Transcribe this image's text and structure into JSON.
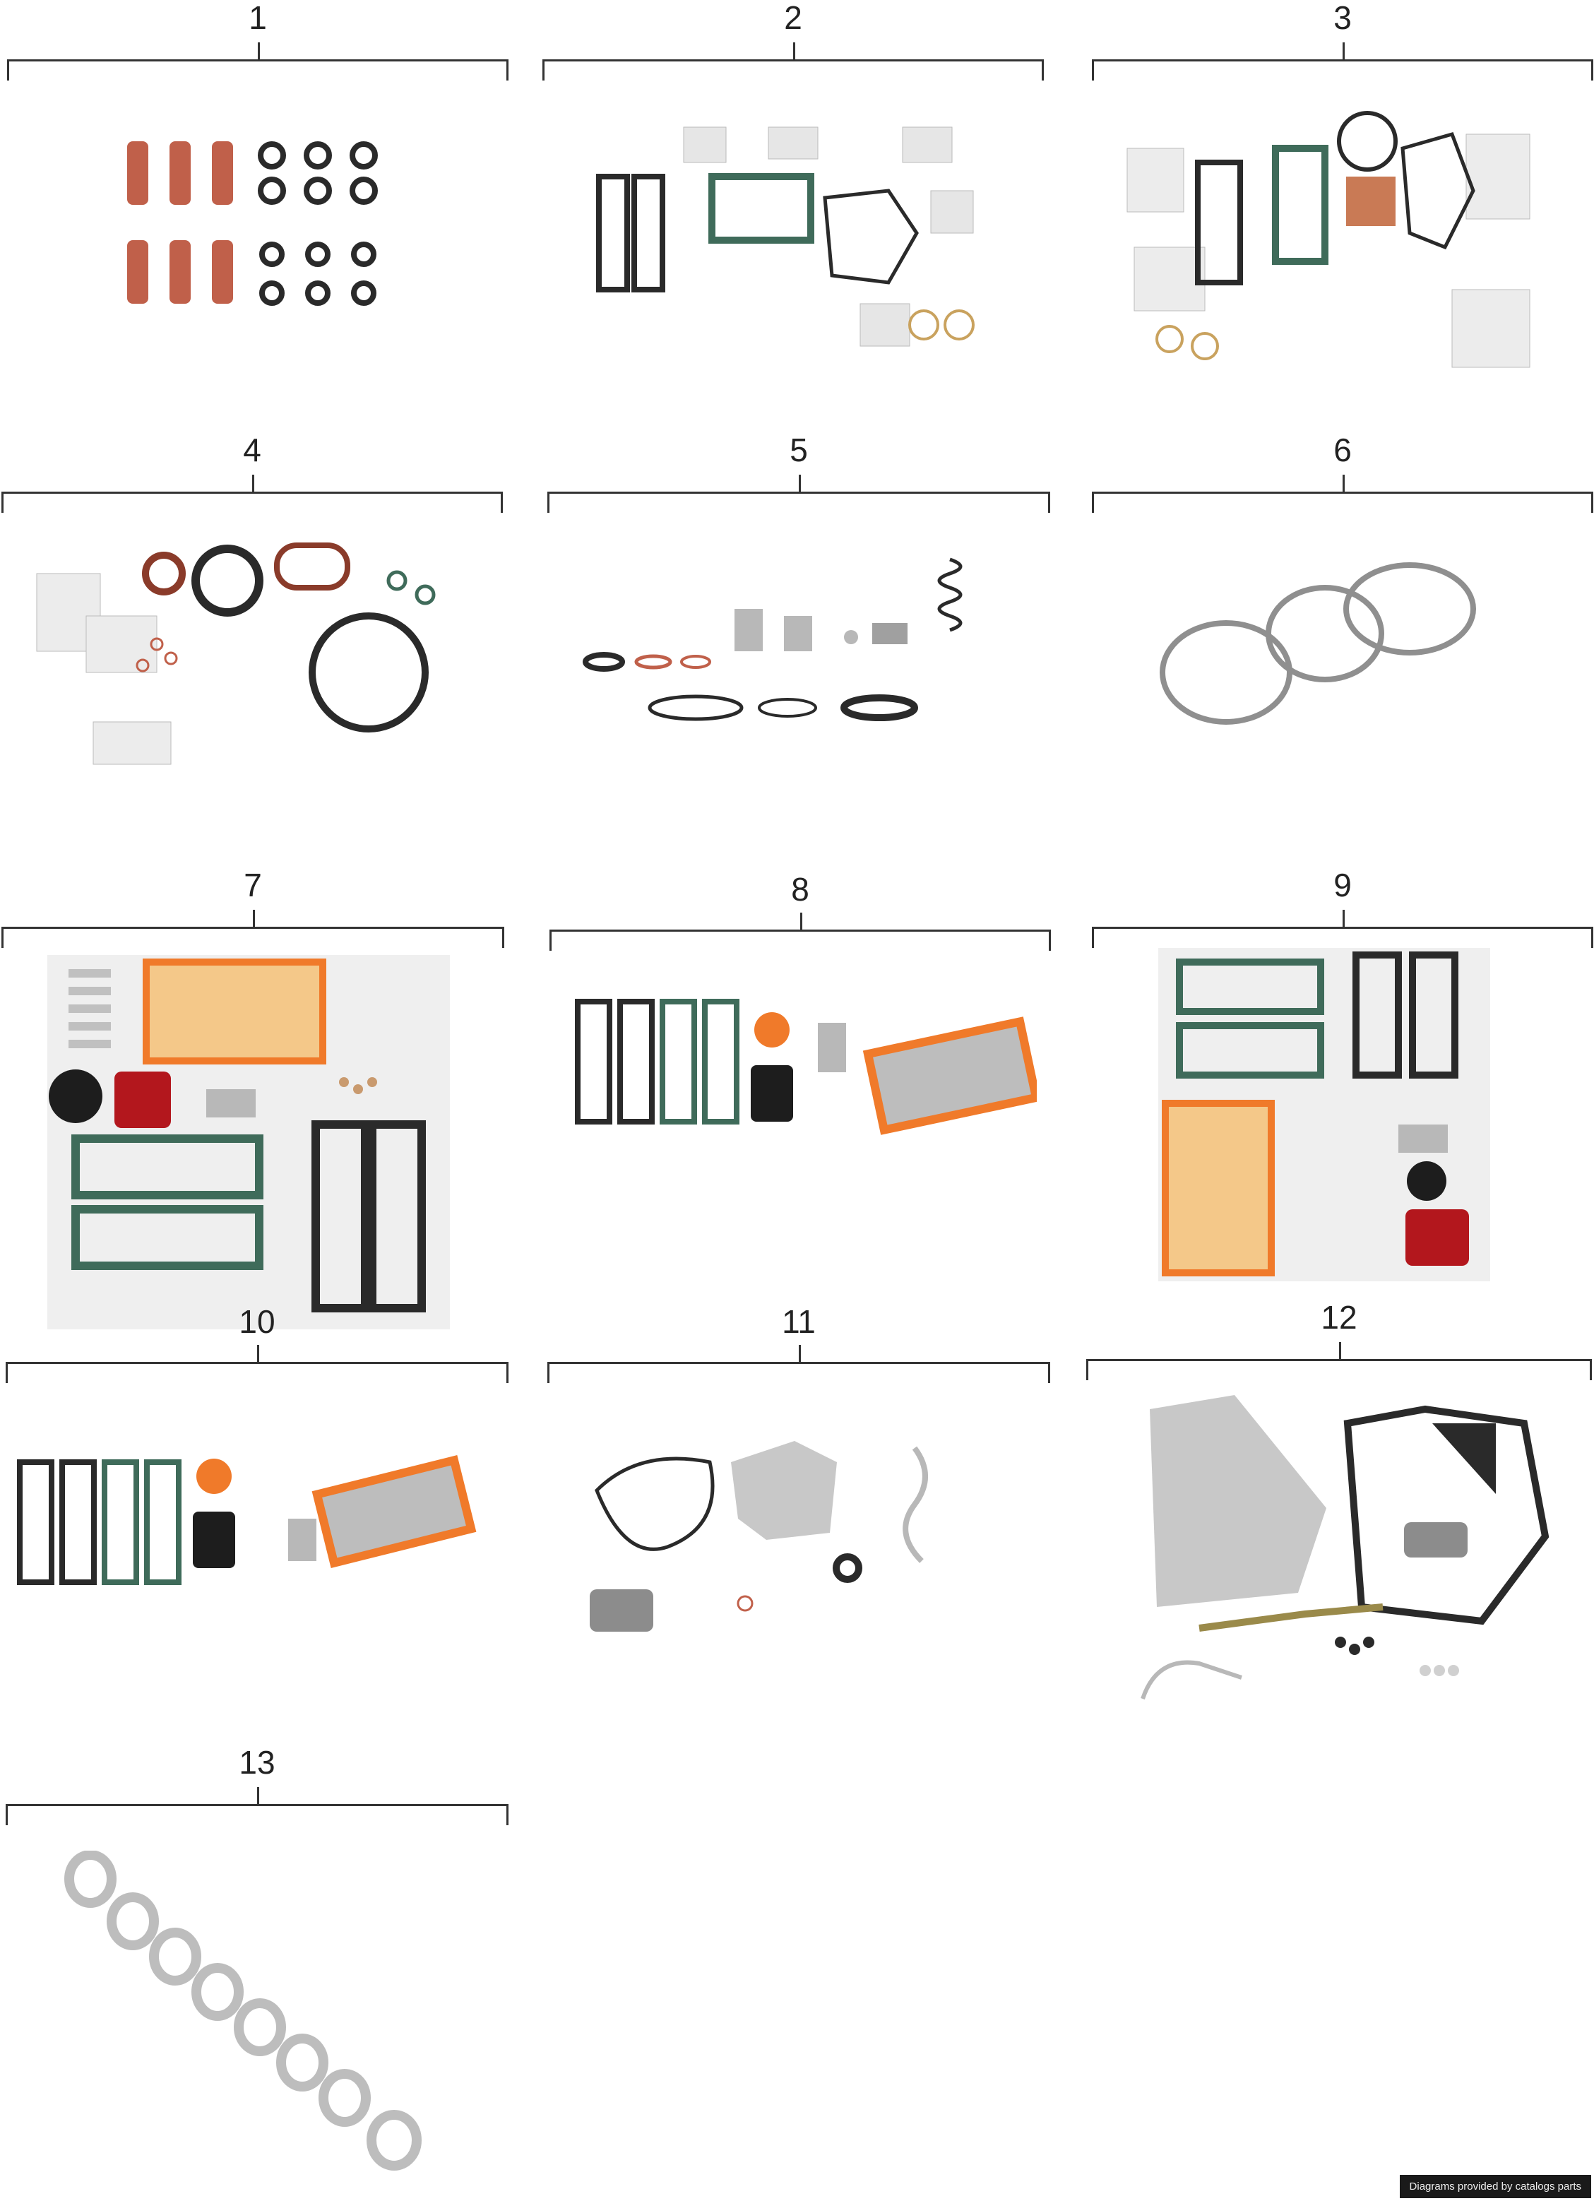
{
  "panels": [
    {
      "number": "1"
    },
    {
      "number": "2"
    },
    {
      "number": "3"
    },
    {
      "number": "4"
    },
    {
      "number": "5"
    },
    {
      "number": "6"
    },
    {
      "number": "7"
    },
    {
      "number": "8"
    },
    {
      "number": "9"
    },
    {
      "number": "10"
    },
    {
      "number": "11"
    },
    {
      "number": "12"
    },
    {
      "number": "13"
    }
  ],
  "footer": {
    "text": "Diagrams provided by catalogs parts"
  },
  "colors": {
    "line": "#333333",
    "rubber": "#c0604a",
    "gasket_green": "#3f6b5a",
    "filter_orange": "#f07a2a",
    "filter_yellow": "#f4c889",
    "metal": "#b8b8b8",
    "dark": "#2a2a2a"
  }
}
